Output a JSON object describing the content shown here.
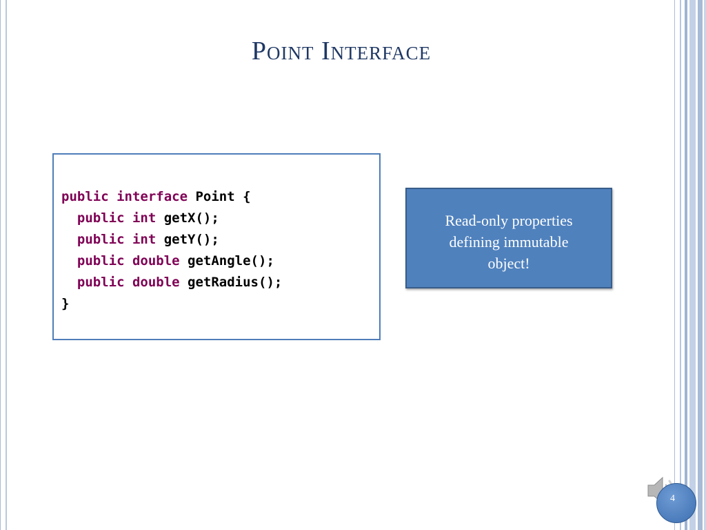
{
  "slide": {
    "title": "Point Interface",
    "page_number": "4"
  },
  "code": {
    "lines": [
      [
        {
          "t": "public interface",
          "k": true
        },
        {
          "t": " Point {",
          "k": false
        }
      ],
      [
        {
          "t": "  ",
          "k": false
        },
        {
          "t": "public int",
          "k": true
        },
        {
          "t": " getX();",
          "k": false
        }
      ],
      [
        {
          "t": "  ",
          "k": false
        },
        {
          "t": "public int",
          "k": true
        },
        {
          "t": " getY();",
          "k": false
        }
      ],
      [
        {
          "t": "  ",
          "k": false
        },
        {
          "t": "public double",
          "k": true
        },
        {
          "t": " getAngle();",
          "k": false
        }
      ],
      [
        {
          "t": "  ",
          "k": false
        },
        {
          "t": "public double",
          "k": true
        },
        {
          "t": " getRadius();",
          "k": false
        }
      ],
      [
        {
          "t": "}",
          "k": false
        }
      ]
    ]
  },
  "note": {
    "lines": [
      "Read-only properties",
      "defining immutable",
      "object!"
    ]
  },
  "colors": {
    "title": "#1f3864",
    "keyword": "#7f0055",
    "note_fill": "#4f81bd",
    "code_border": "#4f7db8"
  },
  "icons": {
    "speaker": "speaker-icon"
  }
}
